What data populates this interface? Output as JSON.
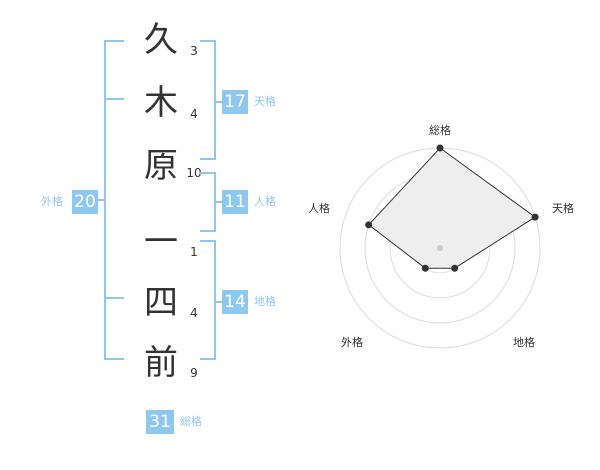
{
  "name_chars": [
    {
      "char": "久",
      "strokes": "3"
    },
    {
      "char": "木",
      "strokes": "4"
    },
    {
      "char": "原",
      "strokes": "10"
    },
    {
      "char": "一",
      "strokes": "1"
    },
    {
      "char": "四",
      "strokes": "4"
    },
    {
      "char": "前",
      "strokes": "9"
    }
  ],
  "kakusu": {
    "tenkaku": {
      "value": "17",
      "label": "天格"
    },
    "jinkaku": {
      "value": "11",
      "label": "人格"
    },
    "chikaku": {
      "value": "14",
      "label": "地格"
    },
    "gaikaku": {
      "value": "20",
      "label": "外格"
    },
    "soukaku": {
      "value": "31",
      "label": "総格"
    }
  },
  "colors": {
    "accent": "#8fc8ee",
    "text": "#333333",
    "grid": "#dddddd",
    "fill": "#eeeeee"
  },
  "chart_data": {
    "type": "radar",
    "axes": [
      "総格",
      "天格",
      "地格",
      "外格",
      "人格"
    ],
    "values": [
      4,
      4,
      1,
      1,
      3
    ],
    "max": 4
  }
}
